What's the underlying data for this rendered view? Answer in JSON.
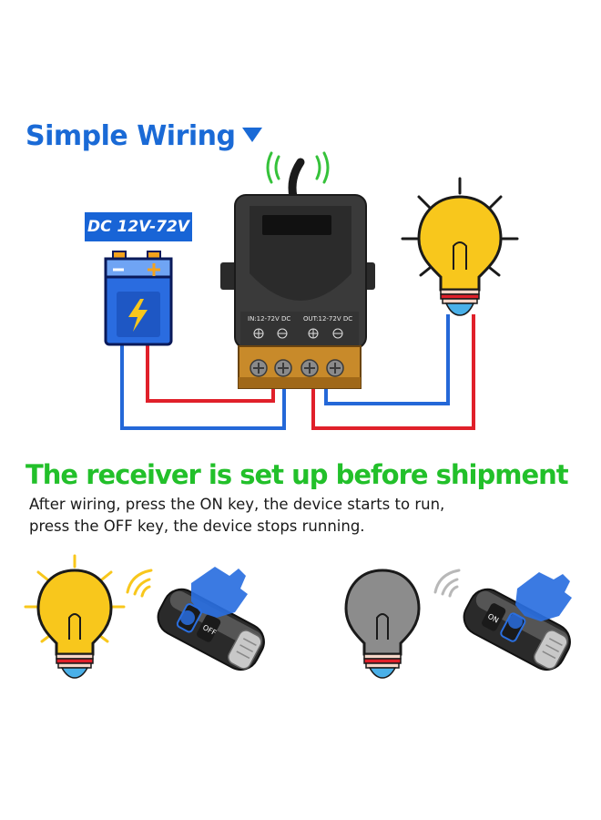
{
  "title": "Simple Wiring",
  "voltage_label": "DC 12V-72V",
  "module": {
    "input_label": "IN:12-72V DC",
    "output_label": "OUT:12-72V DC"
  },
  "headline": "The receiver is set up before shipment",
  "description": [
    "After wiring,  press the ON key, the device starts to run,",
    "press the OFF key, the device stops running."
  ],
  "remote_on_text": "OFF",
  "remote_off_text": "ON",
  "colors": {
    "title_blue": "#1a6ad6",
    "headline_green": "#22c02a",
    "bulb_on": "#f8c71c",
    "bulb_off": "#8c8c8c",
    "wire_red": "#e0202a",
    "wire_blue": "#2468d8",
    "battery_blue": "#2a6ce0",
    "battery_orange": "#f4a21c",
    "signal_green": "#35c23a",
    "hand_blue": "#2a6fe0"
  }
}
